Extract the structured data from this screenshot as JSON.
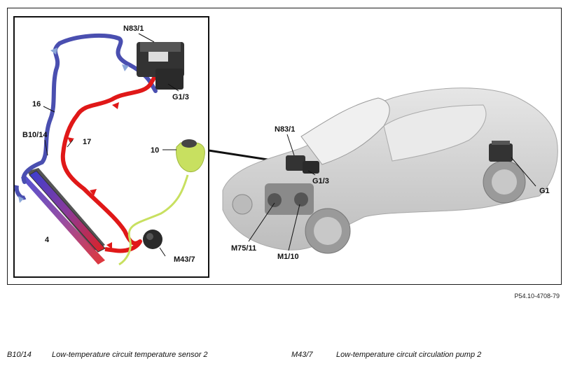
{
  "labels": {
    "n83_1_inset": "N83/1",
    "g1_3_inset": "G1/3",
    "sixteen": "16",
    "b10_14": "B10/14",
    "seventeen": "17",
    "ten": "10",
    "four": "4",
    "m43_7": "M43/7",
    "n83_1_car": "N83/1",
    "g1_3_car": "G1/3",
    "g1": "G1",
    "m75_11": "M75/11",
    "m1_10": "M1/10"
  },
  "reference": "P54.10-4708-79",
  "legend": [
    {
      "code": "B10/14",
      "description": "Low-temperature circuit temperature sensor 2"
    },
    {
      "code": "M43/7",
      "description": "Low-temperature circuit circulation pump 2"
    }
  ],
  "colors": {
    "hot_line": "#e01818",
    "cold_line": "#4a4fb0",
    "coolant_reservoir": "#c8e060",
    "radiator_top": "#3b3fd0",
    "radiator_bottom": "#e02020",
    "car_body": "#d4d4d4"
  }
}
